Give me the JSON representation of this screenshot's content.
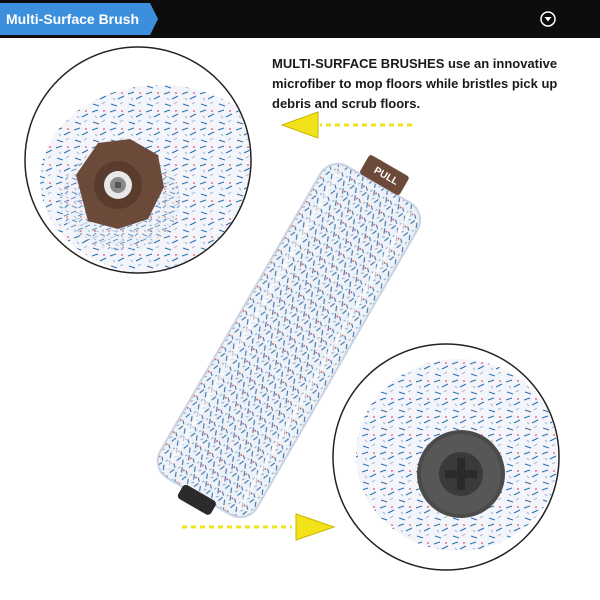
{
  "header": {
    "tag_label": "Multi-Surface Brush",
    "menu_icon": "chevron-down-circle-icon"
  },
  "description": {
    "text": "MULTI-SURFACE BRUSHES use an innovative microfiber to mop floors while bristles pick up debris and scrub floors."
  },
  "product": {
    "end_cap_label": "PULL"
  },
  "colors": {
    "bar": "#0d0d0d",
    "tag": "#3b8fdc",
    "arrow": "#f2e21a",
    "cap_brown": "#6b4a3a",
    "cap_gray": "#4a4a4a",
    "fiber_blue": "#2f6fb0",
    "fiber_red": "#d9423a"
  }
}
